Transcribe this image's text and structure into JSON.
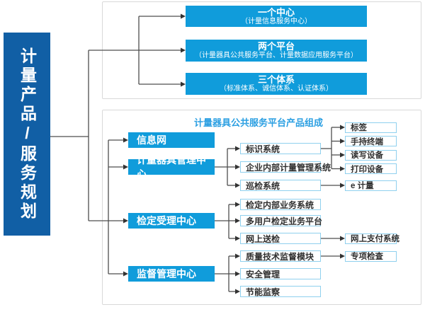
{
  "sidebar": {
    "title": "计量产品/服务规划"
  },
  "top_section": {
    "items": [
      {
        "title": "一个中心",
        "subtitle": "（计量信息服务中心）"
      },
      {
        "title": "两个平台",
        "subtitle": "（计量器具公共服务平台、计量数据应用服务平台）"
      },
      {
        "title": "三个体系",
        "subtitle": "（标准体系、诚信体系、认证体系）"
      }
    ]
  },
  "bottom_section": {
    "title": "计量器具公共服务平台产品组成",
    "level1": [
      {
        "label": "信息网"
      },
      {
        "label": "计量器具管理中心"
      },
      {
        "label": "检定受理中心"
      },
      {
        "label": "监督管理中心"
      }
    ],
    "level2": [
      {
        "label": "标识系统"
      },
      {
        "label": "企业内部计量管理系统"
      },
      {
        "label": "巡检系统"
      },
      {
        "label": "检定内部业务系统"
      },
      {
        "label": "多用户检定业务平台"
      },
      {
        "label": "网上送检"
      },
      {
        "label": "质量技术监督模块"
      },
      {
        "label": "安全管理"
      },
      {
        "label": "节能监察"
      }
    ],
    "level3": [
      {
        "label": "标签"
      },
      {
        "label": "手持终端"
      },
      {
        "label": "读写设备"
      },
      {
        "label": "打印设备"
      },
      {
        "label": "e 计量"
      },
      {
        "label": "网上支付系统"
      },
      {
        "label": "专项检查"
      }
    ]
  },
  "colors": {
    "sidebar_blue": "#115fa5",
    "node_blue": "#109cdb",
    "box_border_blue": "#8fd0ee",
    "panel_border": "#d9d9d9",
    "wire": "#4e4e4e",
    "title_blue": "#2b9fe2"
  }
}
